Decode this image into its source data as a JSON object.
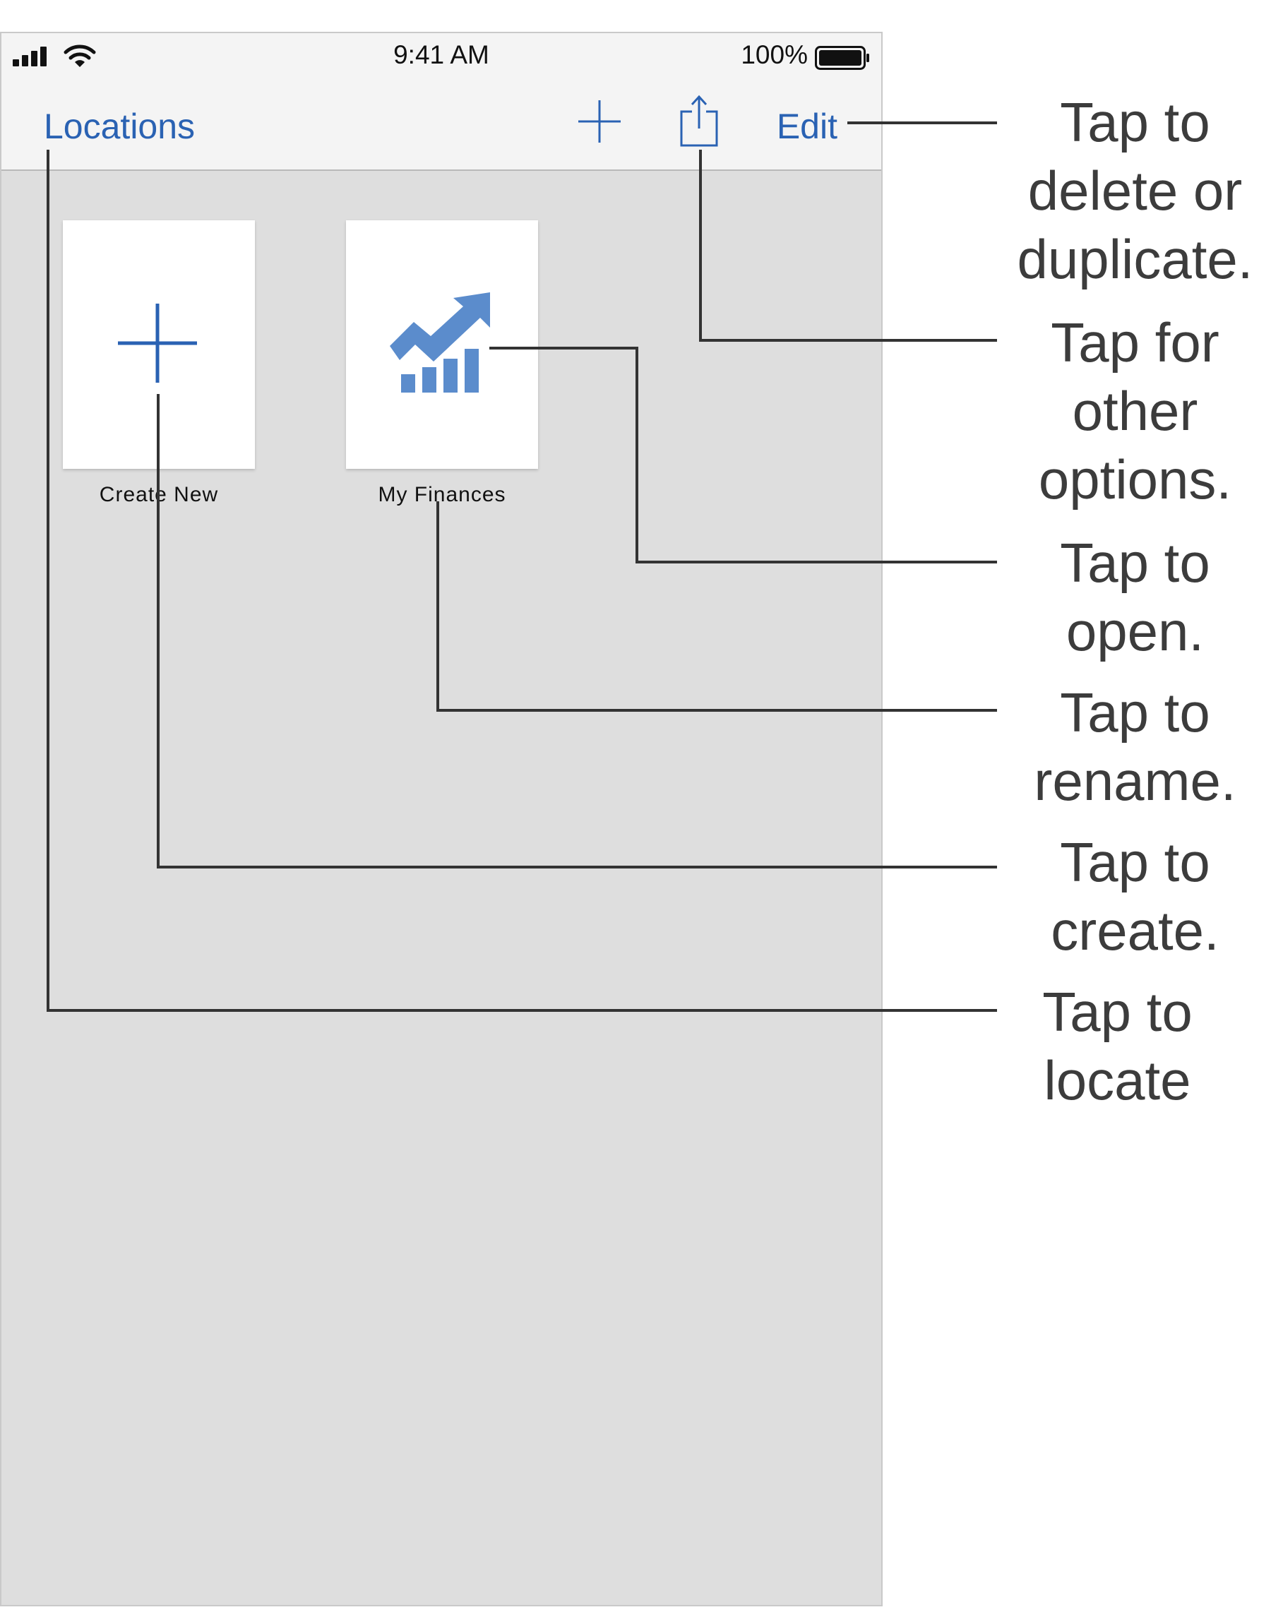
{
  "status_bar": {
    "time": "9:41 AM",
    "battery": "100%"
  },
  "nav": {
    "locations_label": "Locations",
    "edit_label": "Edit"
  },
  "documents": [
    {
      "name": "Create New"
    },
    {
      "name": "My Finances"
    }
  ],
  "colors": {
    "accent": "#2a62b3",
    "chart_icon": "#5b8ccc",
    "background": "#dedede",
    "bar": "#f4f4f4"
  },
  "icons": [
    "signal-icon",
    "wifi-icon",
    "battery-icon",
    "plus-icon",
    "share-icon",
    "chart-icon"
  ],
  "callouts": [
    {
      "lines": [
        "Tap to",
        "delete or",
        "duplicate."
      ]
    },
    {
      "lines": [
        "Tap for",
        "other",
        "options."
      ]
    },
    {
      "lines": [
        "Tap to",
        "open."
      ]
    },
    {
      "lines": [
        "Tap to",
        "rename."
      ]
    },
    {
      "lines": [
        "Tap to",
        "create."
      ]
    },
    {
      "lines": [
        "Tap to",
        "locate"
      ]
    }
  ]
}
